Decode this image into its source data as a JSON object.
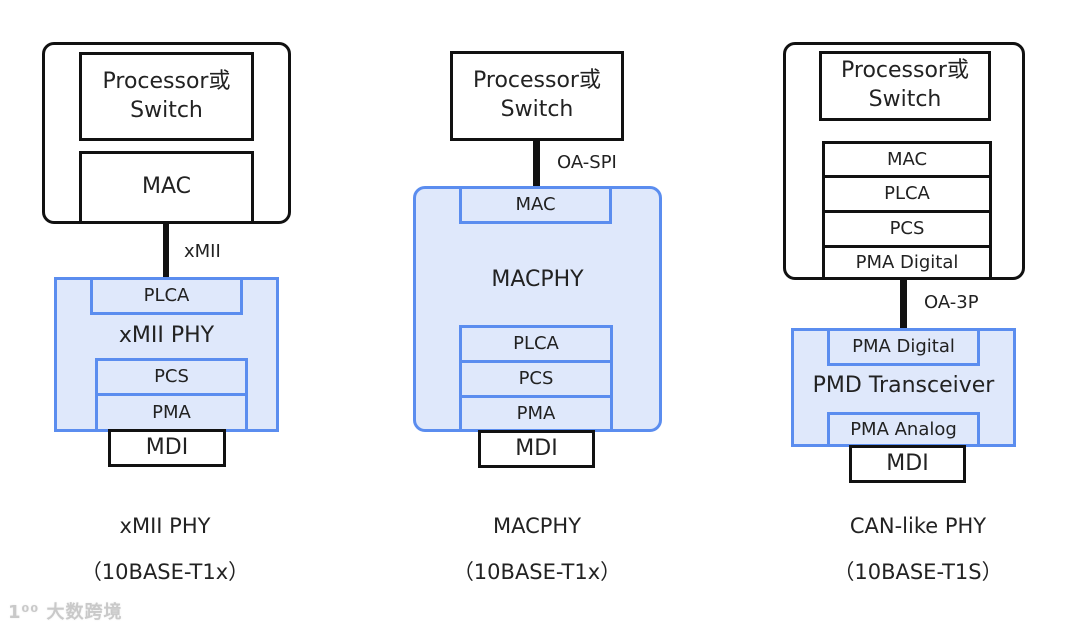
{
  "diagrams": [
    {
      "processor": "Processor或\nSwitch",
      "mac": "MAC",
      "interface": "xMII",
      "phy_title": "xMII PHY",
      "top_layer": "PLCA",
      "layers": [
        "PCS",
        "PMA"
      ],
      "mdi": "MDI",
      "caption_line1": "xMII PHY",
      "caption_line2": "（10BASE-T1x）"
    },
    {
      "processor": "Processor或\nSwitch",
      "interface": "OA-SPI",
      "top_layer": "MAC",
      "phy_title": "MACPHY",
      "layers": [
        "PLCA",
        "PCS",
        "PMA"
      ],
      "mdi": "MDI",
      "caption_line1": "MACPHY",
      "caption_line2": "（10BASE-T1x）"
    },
    {
      "processor": "Processor或\nSwitch",
      "host_layers": [
        "MAC",
        "PLCA",
        "PCS",
        "PMA Digital"
      ],
      "interface": "OA-3P",
      "top_layer": "PMA Digital",
      "phy_title": "PMD Transceiver",
      "bottom_layer": "PMA Analog",
      "mdi": "MDI",
      "caption_line1": "CAN-like PHY",
      "caption_line2": "（10BASE-T1S）"
    }
  ],
  "watermark": "1⁰⁰ 大数跨境",
  "colors": {
    "phy_border": "#5b8def",
    "phy_fill": "#dfe8fb",
    "line": "#111111"
  }
}
